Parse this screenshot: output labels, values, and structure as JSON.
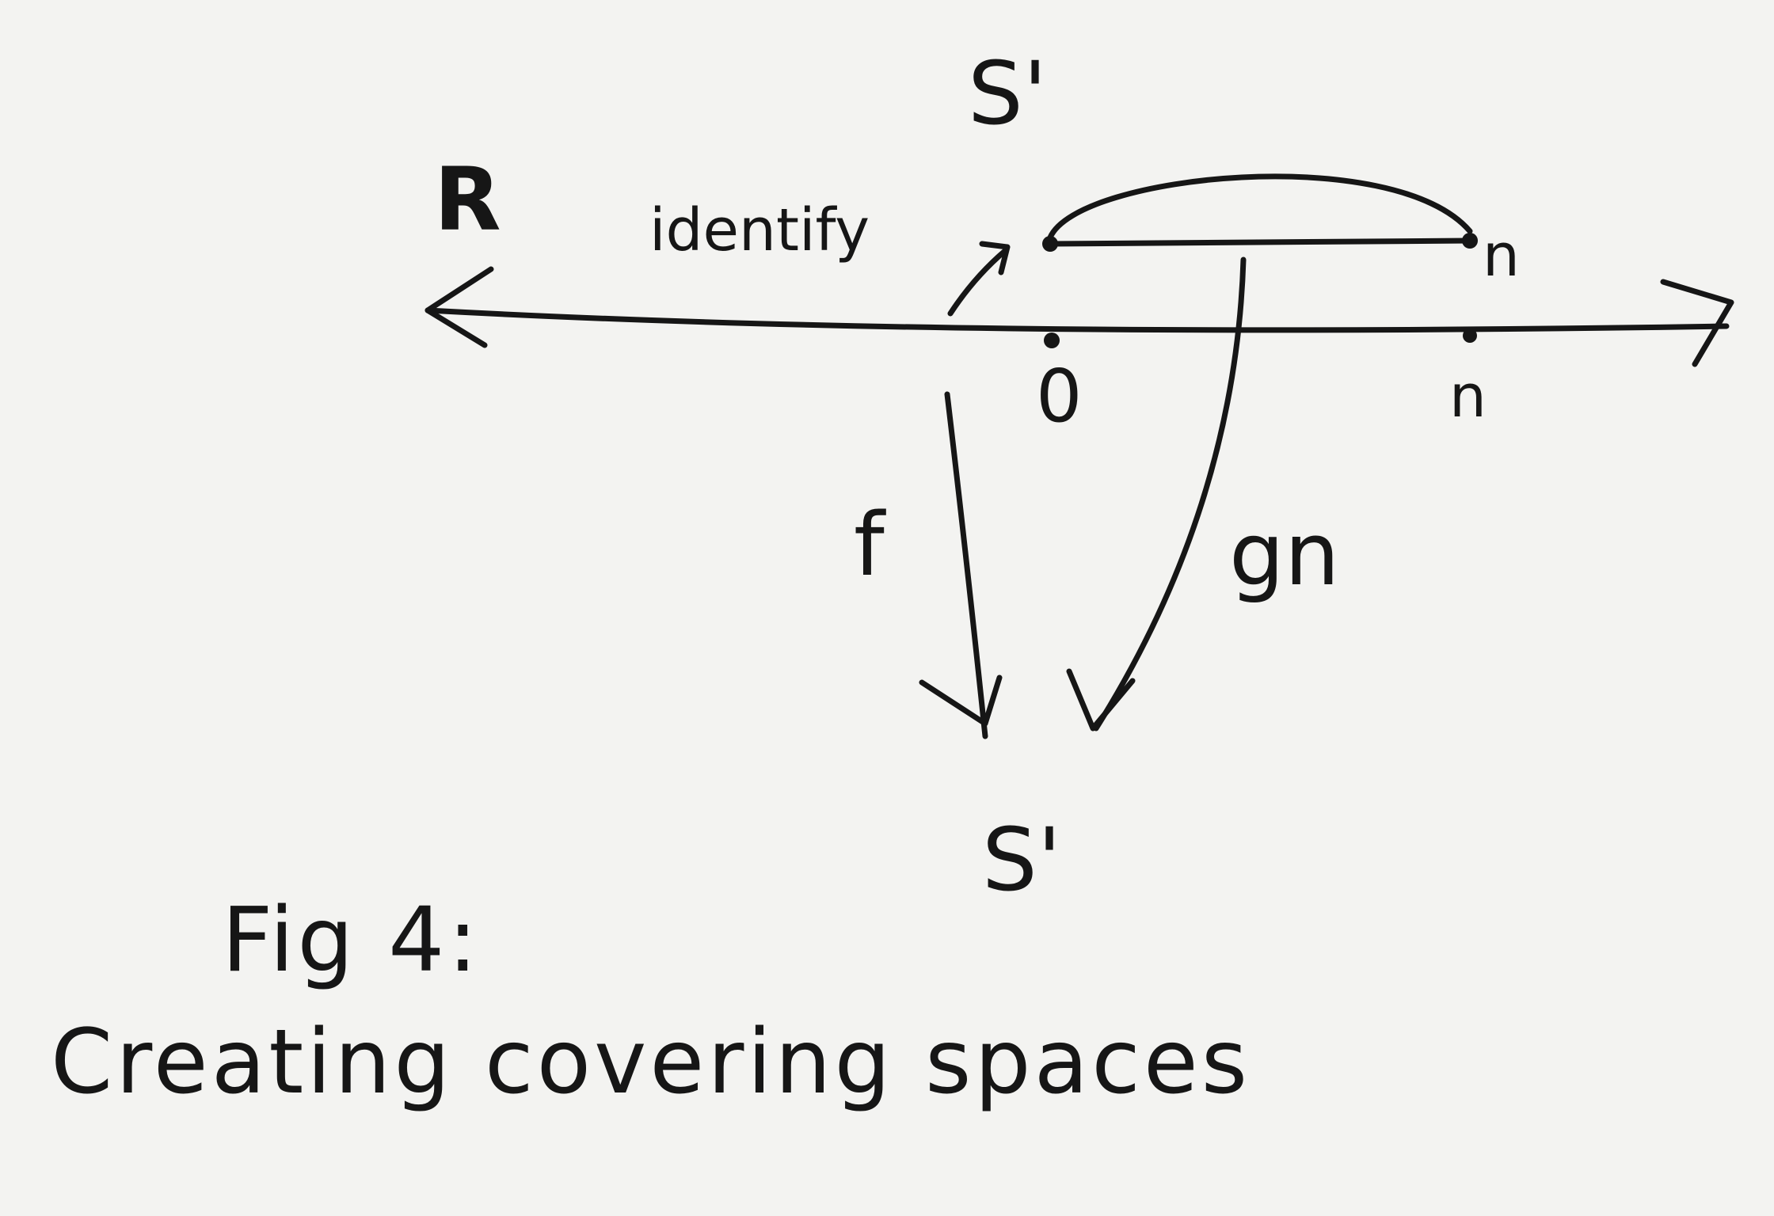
{
  "labels": {
    "top_space": "S'",
    "real_line": "R",
    "identify": "identify",
    "point_zero": "0",
    "point_n_axis": "n",
    "point_n_circle": "n",
    "map_f": "f",
    "map_g": "gn",
    "bottom_space": "S'"
  },
  "caption": {
    "line1": "Fig 4:",
    "line2": "Creating covering spaces"
  }
}
